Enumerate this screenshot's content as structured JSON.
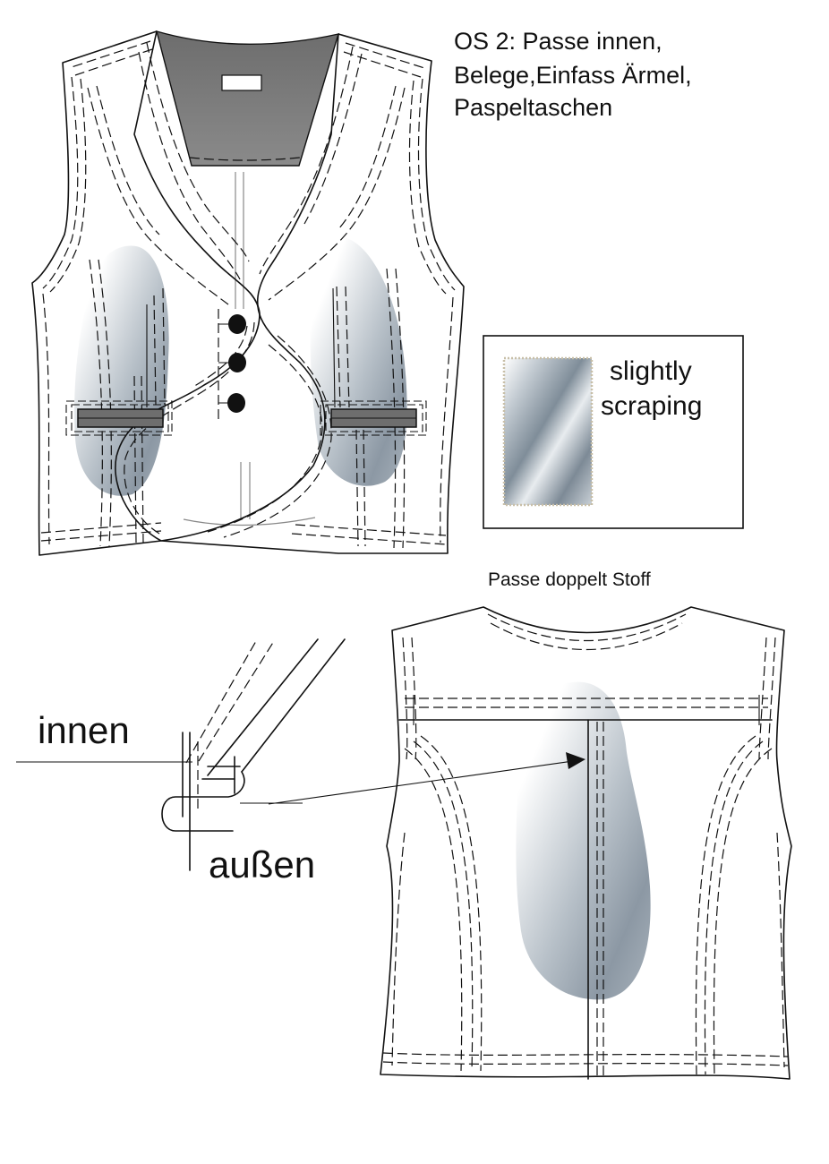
{
  "title": {
    "line1": "OS 2: Passe innen,",
    "line2": "Belege,Einfass Ärmel,",
    "line3": "Paspeltaschen"
  },
  "legend": {
    "swatch": "scrape-swatch",
    "line1": "slightly",
    "line2": "scraping"
  },
  "back_view_label": "Passe doppelt Stoff",
  "detail": {
    "inside_label": "innen",
    "outside_label": "außen"
  },
  "colors": {
    "outline": "#111111",
    "shade_light": "#ffffff",
    "shade_dark": "#8c9aa6",
    "welt": "#6e6e6e",
    "facing": "#7a7a7a",
    "button": "#111111"
  }
}
